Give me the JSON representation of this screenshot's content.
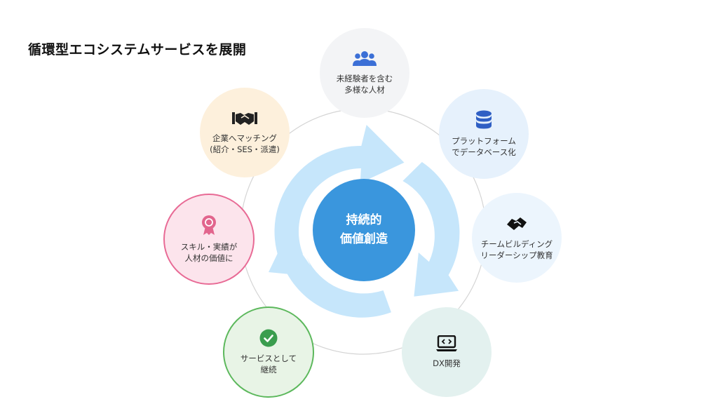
{
  "title": "循環型エコシステムサービスを展開",
  "center": {
    "label": "持続的\n価値創造",
    "color": "#3a96dd"
  },
  "nodes": [
    {
      "label": "未経験者を含む\n多様な人材",
      "icon": "people-icon",
      "bg": "#f3f4f6",
      "accent": "#3b6fd6"
    },
    {
      "label": "プラットフォーム\nでデータベース化",
      "icon": "database-icon",
      "bg": "#e6f1fc",
      "accent": "#2f5fc4"
    },
    {
      "label": "チームビルディング\nリーダーシップ教育",
      "icon": "handshake-icon",
      "bg": "#ecf5fd",
      "accent": "#111111"
    },
    {
      "label": "DX開発",
      "icon": "laptop-code-icon",
      "bg": "#e3f1ef",
      "accent": "#111111"
    },
    {
      "label": "サービスとして\n継続",
      "icon": "check-circle-icon",
      "bg": "#e8f4e6",
      "accent": "#3a9d4e"
    },
    {
      "label": "スキル・実績が\n人材の価値に",
      "icon": "award-icon",
      "bg": "#fce4ec",
      "accent": "#e2658d"
    },
    {
      "label": "企業へマッチング\n(紹介・SES・派遣)",
      "icon": "deal-handshake-icon",
      "bg": "#fdf0dc",
      "accent": "#222222"
    }
  ],
  "colors": {
    "ring": "#d4d4d4",
    "arrows": "#c6e6fb"
  }
}
